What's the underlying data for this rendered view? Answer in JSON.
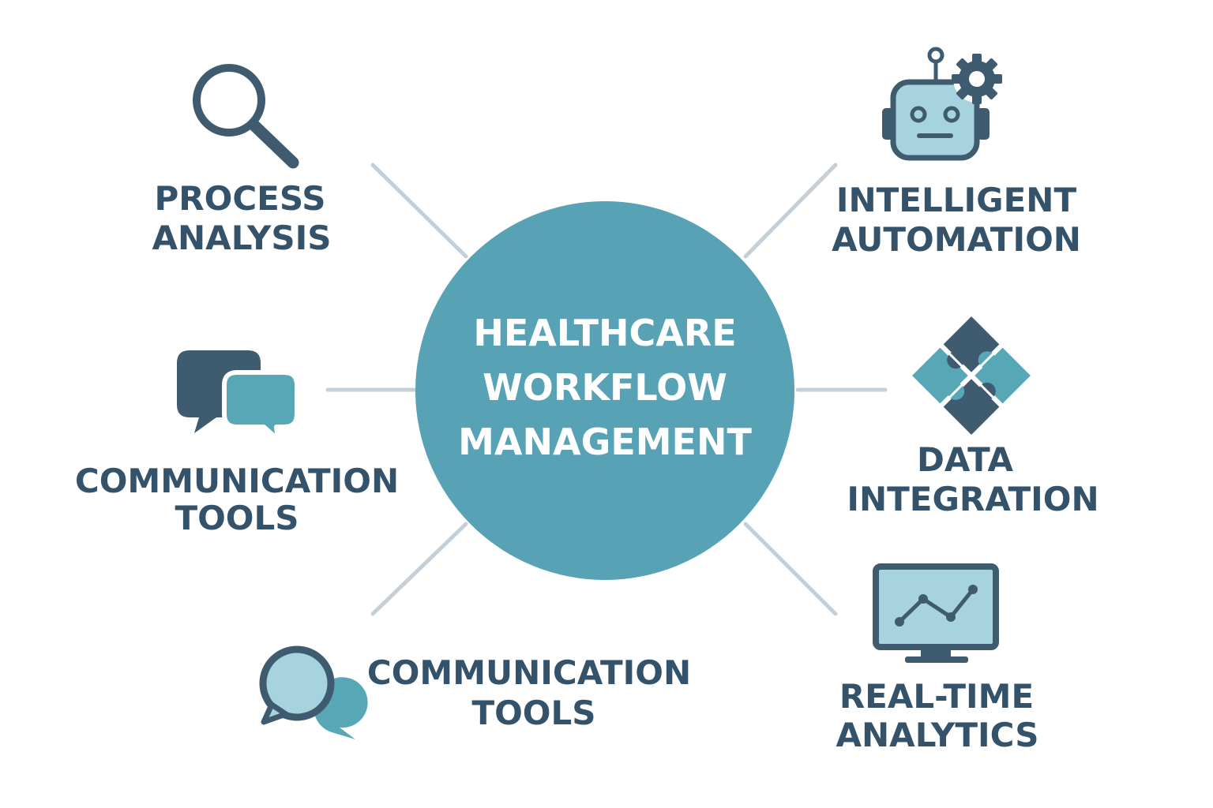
{
  "hub": {
    "line1": "HEALTHCARE",
    "line2": "WORKFLOW",
    "line3": "MANAGEMENT"
  },
  "nodes": {
    "process_analysis": {
      "line1": "PROCESS",
      "line2": "ANALYSIS",
      "icon": "magnifier-icon"
    },
    "intelligent_automation": {
      "line1": "INTELLIGENT",
      "line2": "AUTOMATION",
      "icon": "robot-gear-icon"
    },
    "communication_tools_left": {
      "line1": "COMMUNICATION",
      "line2": "TOOLS",
      "icon": "chat-bubbles-icon"
    },
    "data_integration": {
      "line1": "DATA",
      "line2": "INTEGRATION",
      "icon": "puzzle-icon"
    },
    "communication_tools_bottom": {
      "line1": "COMMUNICATION",
      "line2": "TOOLS",
      "icon": "round-chat-bubbles-icon"
    },
    "real_time_analytics": {
      "line1": "REAL-TIME",
      "line2": "ANALYTICS",
      "icon": "monitor-chart-icon"
    }
  },
  "colors": {
    "hub": "#57a3b5",
    "dark": "#3f5b70",
    "teal": "#57a7b7",
    "light": "#a6d3de",
    "connector": "#c5cfd8",
    "label": "#34536b"
  }
}
